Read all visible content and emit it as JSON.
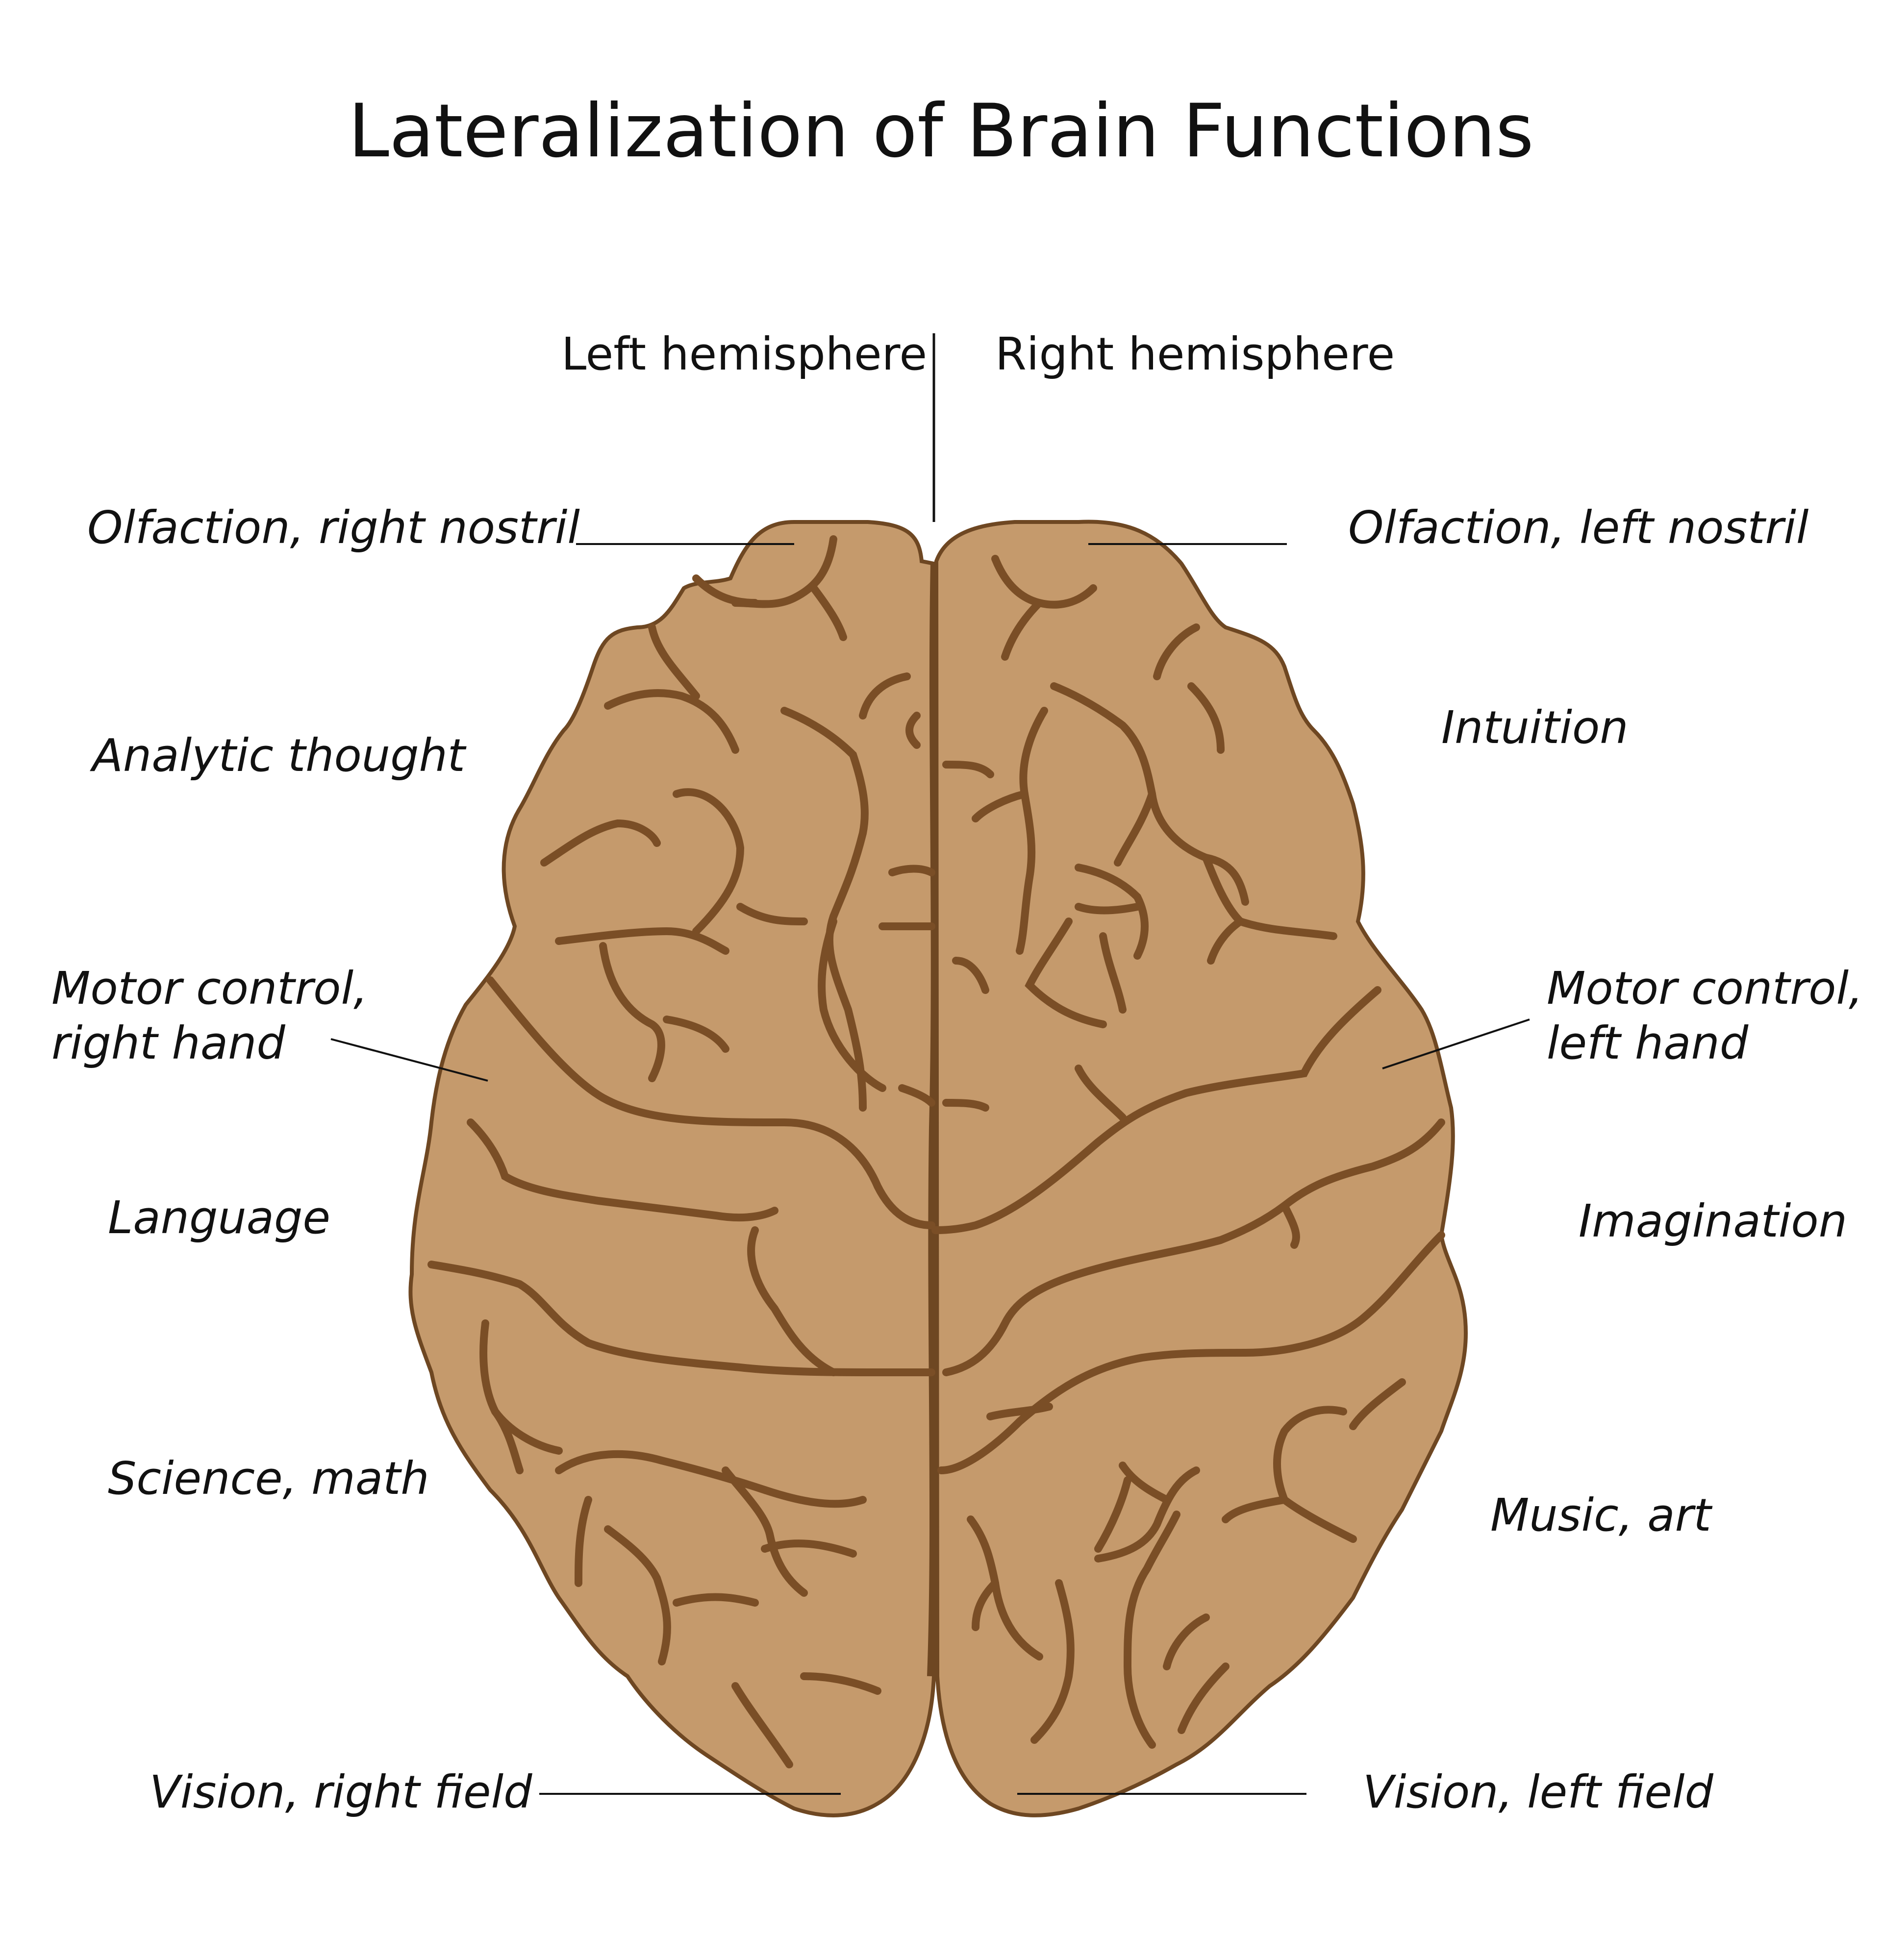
{
  "title": "Lateralization of Brain Functions",
  "hemispheres": {
    "left": "Left hemisphere",
    "right": "Right hemisphere"
  },
  "left_labels": [
    "Olfaction, right nostril",
    "Analytic thought",
    "Motor control,",
    "right hand",
    "Language",
    "Science, math",
    "Vision, right field"
  ],
  "right_labels": [
    "Olfaction, left nostril",
    "Intuition",
    "Motor control,",
    "left hand",
    "Imagination",
    "Music, art",
    "Vision, left field"
  ],
  "colors": {
    "brain_fill": "#c59a6c",
    "brain_outline": "#6e4722",
    "sulci": "#7a4e26",
    "leader_lines": "#111111",
    "text": "#111111"
  }
}
